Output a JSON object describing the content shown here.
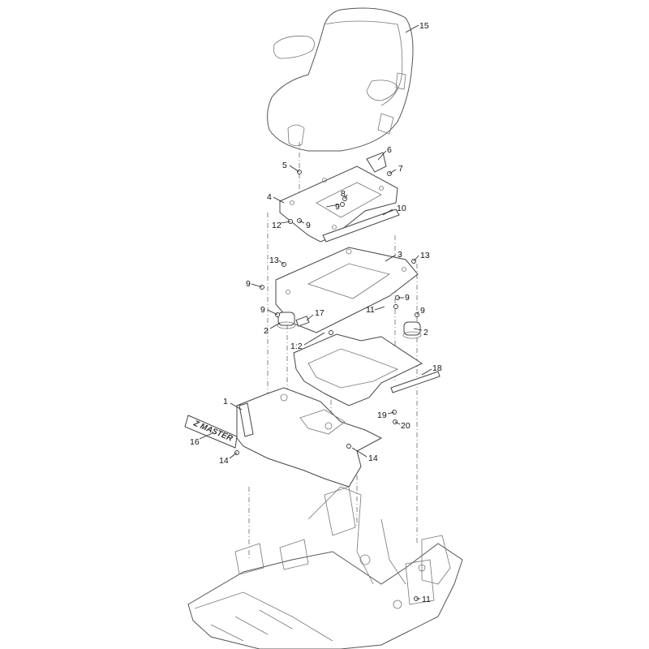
{
  "brand_decal": "Z MASTER",
  "callouts": [
    {
      "label": "15"
    },
    {
      "label": "6"
    },
    {
      "label": "7"
    },
    {
      "label": "5"
    },
    {
      "label": "8"
    },
    {
      "label": "9"
    },
    {
      "label": "4"
    },
    {
      "label": "10"
    },
    {
      "label": "12"
    },
    {
      "label": "9"
    },
    {
      "label": "3"
    },
    {
      "label": "13"
    },
    {
      "label": "13"
    },
    {
      "label": "9"
    },
    {
      "label": "9"
    },
    {
      "label": "17"
    },
    {
      "label": "11"
    },
    {
      "label": "9"
    },
    {
      "label": "9"
    },
    {
      "label": "2"
    },
    {
      "label": "2"
    },
    {
      "label": "1:2"
    },
    {
      "label": "18"
    },
    {
      "label": "1"
    },
    {
      "label": "19"
    },
    {
      "label": "20"
    },
    {
      "label": "16"
    },
    {
      "label": "14"
    },
    {
      "label": "14"
    },
    {
      "label": "11"
    }
  ]
}
